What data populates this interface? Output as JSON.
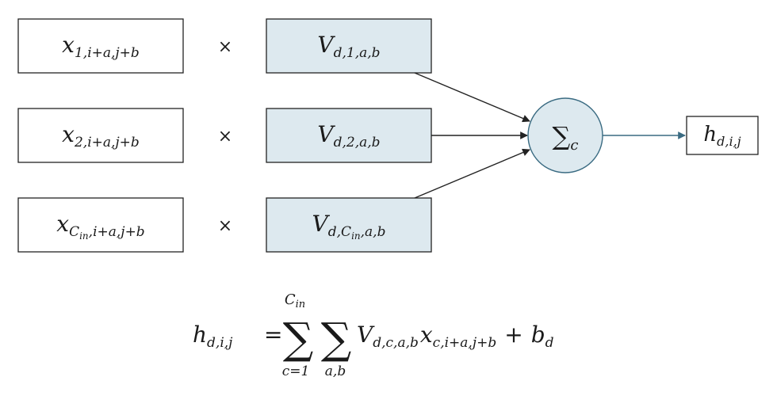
{
  "diagram": {
    "colors": {
      "stroke": "#222222",
      "weight_fill": "#dde9ef",
      "node_fill": "#dde9ef",
      "output_edge": "#3a6b82"
    },
    "inputs": [
      {
        "base": "x",
        "sub": "1,i+a,j+b"
      },
      {
        "base": "x",
        "sub": "2,i+a,j+b"
      },
      {
        "base": "x",
        "sub_base": "C",
        "sub_sub": "in",
        "sub_rest": ",i+a,j+b"
      }
    ],
    "multiply_symbol": "×",
    "weights": [
      {
        "base": "V",
        "sub": "d,1,a,b"
      },
      {
        "base": "V",
        "sub": "d,2,a,b"
      },
      {
        "base": "V",
        "sub_lead": "d,",
        "sub_base": "C",
        "sub_sub": "in",
        "sub_rest": ",a,b"
      }
    ],
    "sum_node": {
      "symbol": "∑",
      "sub": "c"
    },
    "output": {
      "base": "h",
      "sub": "d,i,j"
    }
  },
  "formula": {
    "lhs_base": "h",
    "lhs_sub": "d,i,j",
    "equals": "=",
    "sum1_symbol": "∑",
    "sum1_upper_base": "C",
    "sum1_upper_sub": "in",
    "sum1_lower": "c=1",
    "sum2_symbol": "∑",
    "sum2_lower": "a,b",
    "term1_base": "V",
    "term1_sub": "d,c,a,b",
    "term2_base": "x",
    "term2_sub": "c,i+a,j+b",
    "plus": "+",
    "bias_base": "b",
    "bias_sub": "d"
  }
}
